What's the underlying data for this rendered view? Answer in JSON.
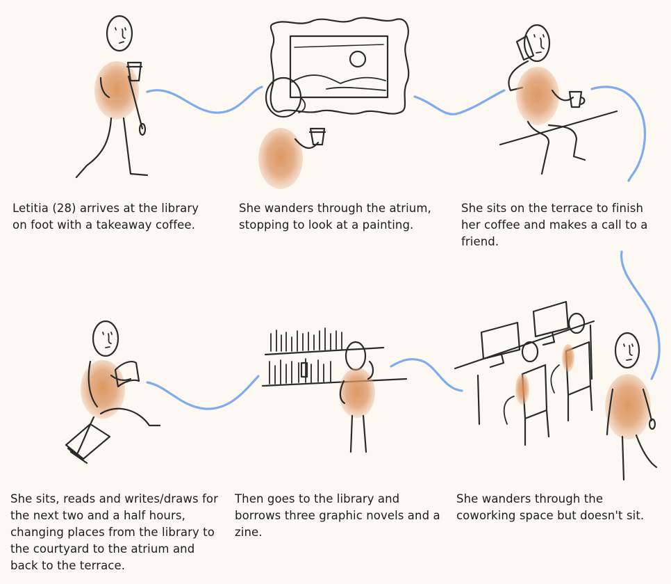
{
  "theme": {
    "background": "#fdf8f2",
    "ink": "#2a2a2a",
    "path_color": "#7eaaf0",
    "figure_body": "#d98e55"
  },
  "steps": [
    {
      "caption": "Letitia (28) arrives at the library on foot with a takeaway coffee."
    },
    {
      "caption": "She wanders through the atrium, stopping to look at a painting."
    },
    {
      "caption": "She sits on the terrace to finish her coffee and makes a call to a friend."
    },
    {
      "caption": "She sits, reads and writes/draws for the next two and a half hours, changing places from the library to the courtyard to the atrium and back to the terrace."
    },
    {
      "caption": "Then goes to the library and borrows three graphic novels and a zine."
    },
    {
      "caption": "She wanders through the coworking space but doesn't sit."
    }
  ]
}
